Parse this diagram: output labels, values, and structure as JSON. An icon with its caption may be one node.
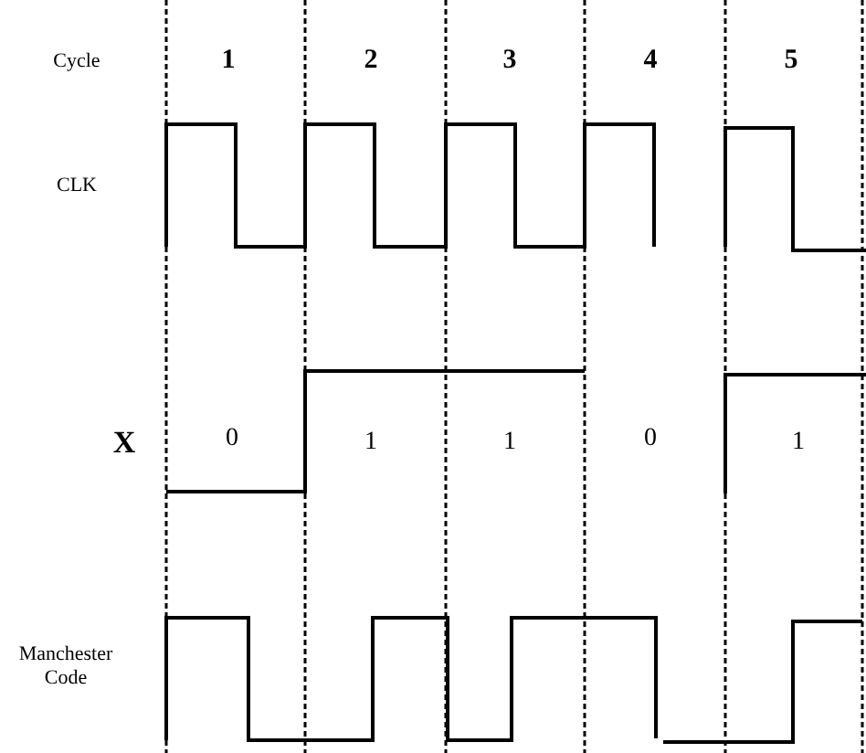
{
  "diagram": {
    "labels": [
      "Cycle",
      "1",
      "2",
      "3",
      "4",
      "5",
      "CLK",
      "X",
      "0",
      "1",
      "1",
      "0",
      "1",
      "Manchester Code"
    ]
  }
}
